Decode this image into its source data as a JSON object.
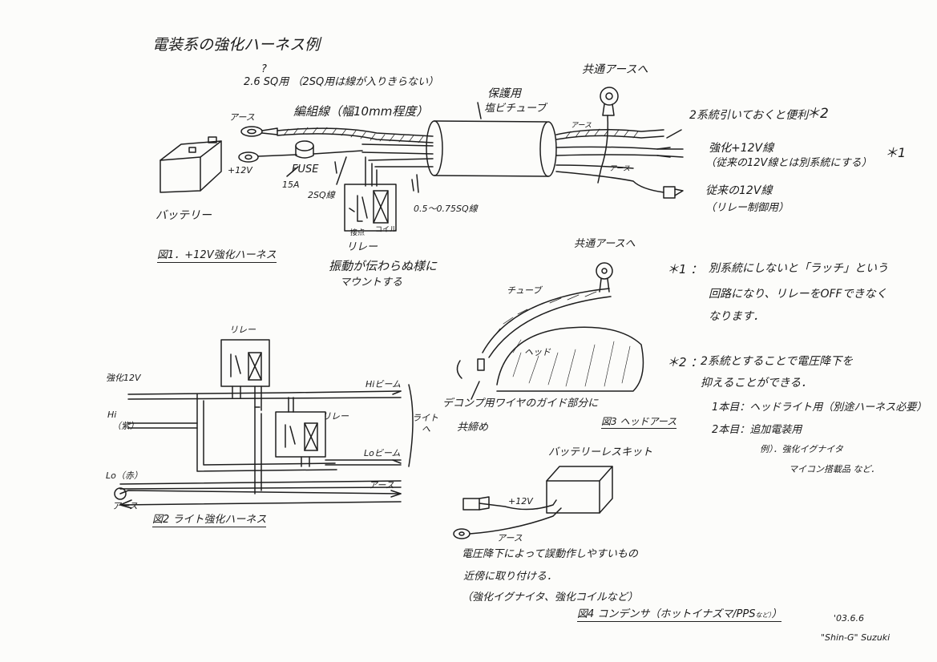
{
  "title": "電装系の強化ハーネス例",
  "fig1": {
    "wire_question": "?",
    "wire_note": "2.6 SQ用 （2SQ用は線が入りきらない）",
    "braid": "編組線（幅10mm程度）",
    "tube": "保護用",
    "tube2": "塩ビチューブ",
    "common_ground": "共通アースへ",
    "two_systems": "2系統引いておくと便利",
    "star2": "＊2",
    "earth_label": "アース",
    "plus12": "+12V",
    "fuse": "FUSE",
    "fuse_amp": "15A",
    "wire2sq": "2SQ線",
    "wire_thin": "0.5～0.75SQ線",
    "contact": "接点",
    "coil": "コイル",
    "relay": "リレー",
    "relay_note1": "振動が伝わらぬ様に",
    "relay_note2": "マウントする",
    "battery": "バッテリー",
    "earth_inner1": "アース",
    "earth_inner2": "アース",
    "strong12": "強化+12V線",
    "strong12_note": "（従来の12V線とは別系統にする）",
    "star1": "＊1",
    "old12": "従来の12V線",
    "old12_note": "（リレー制御用）",
    "caption": "図1．+12V強化ハーネス"
  },
  "fig2": {
    "relay_top": "リレー",
    "relay_bottom": "リレー",
    "strong12": "強化12V",
    "hi": "Hi",
    "hi_color": "（紫）",
    "lo": "Lo（赤）",
    "earth_left": "アース",
    "earth_right": "アース",
    "hi_beam": "Hiビーム",
    "lo_beam": "Loビーム",
    "light": "ライト",
    "light_arrow": "へ",
    "caption": "図2 ライト強化ハーネス"
  },
  "fig3": {
    "common_ground": "共通アースへ",
    "tube": "チューブ",
    "head": "ヘッド",
    "guide": "デコンプ用ワイヤのガイド部分に",
    "fastened": "共締め",
    "caption": "図3 ヘッドアース"
  },
  "fig4": {
    "kit": "バッテリーレスキット",
    "plus12": "+12V",
    "earth": "アース",
    "note1": "電圧降下によって誤動作しやすいもの",
    "note2": "近傍に取り付ける．",
    "note3": "（強化イグナイタ、強化コイルなど）",
    "caption": "図4 コンデンサ（ホットイナズマ/PPS",
    "caption_small": "など）",
    "caption_end": "）"
  },
  "notes": {
    "n1_mark": "＊1 ：",
    "n1_line1": "別系統にしないと「ラッチ」という",
    "n1_line2": "回路になり、リレーをOFFできなく",
    "n1_line3": "なります．",
    "n2_mark": "＊2 ：",
    "n2_line1": "2系統とすることで電圧降下を",
    "n2_line2": "抑えることができる．",
    "n2_line3": "1本目：ヘッドライト用（別途ハーネス必要）",
    "n2_line4": "2本目：追加電装用",
    "n2_line5": "例）．強化イグナイタ",
    "n2_line6": "マイコン搭載品 など．"
  },
  "signature": {
    "date": "'03.6.6",
    "name": "\"Shin-G\" Suzuki"
  }
}
